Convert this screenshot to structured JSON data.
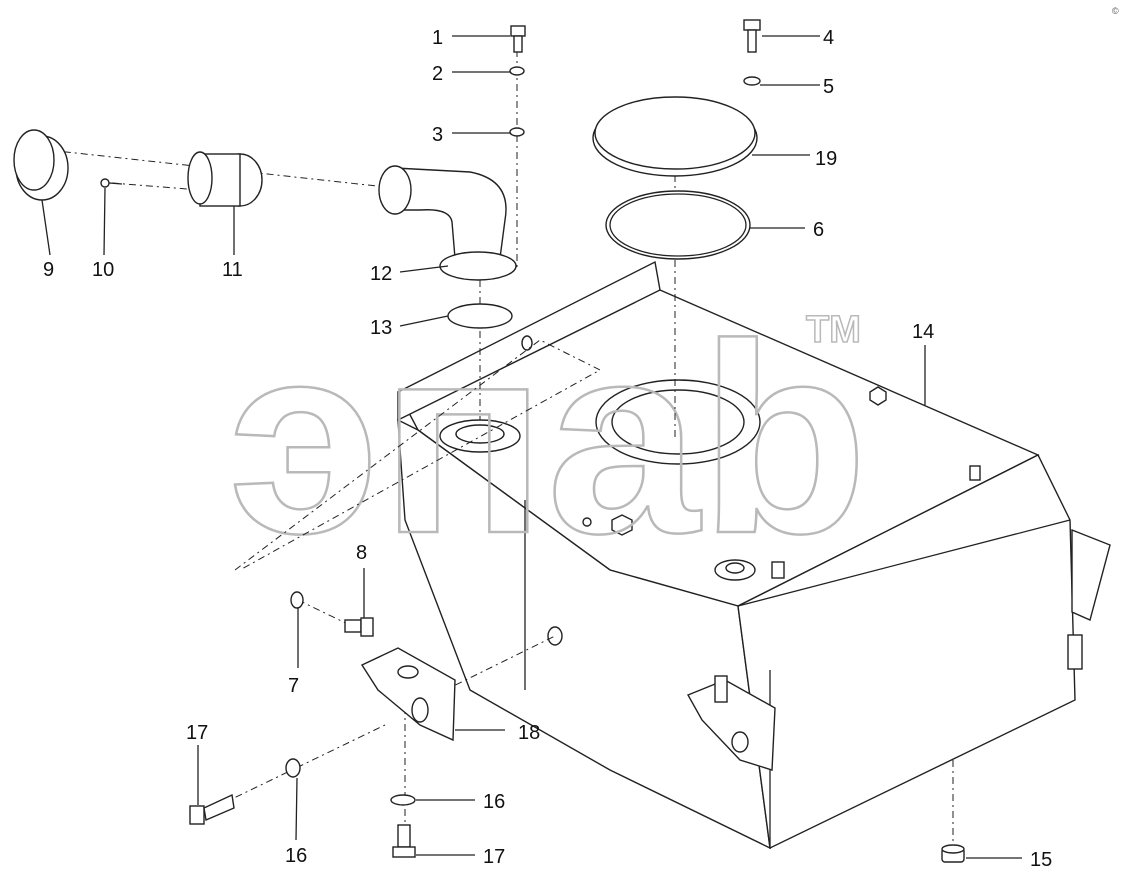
{
  "watermark": {
    "text": "эпаb",
    "trademark": "TM"
  },
  "corner_mark": "©",
  "callouts": {
    "c1": "1",
    "c2": "2",
    "c3": "3",
    "c4": "4",
    "c5": "5",
    "c6": "6",
    "c7": "7",
    "c8": "8",
    "c9": "9",
    "c10": "10",
    "c11": "11",
    "c12": "12",
    "c13": "13",
    "c14": "14",
    "c15": "15",
    "c16a": "16",
    "c16b": "16",
    "c17a": "17",
    "c17b": "17",
    "c18": "18",
    "c19": "19"
  }
}
